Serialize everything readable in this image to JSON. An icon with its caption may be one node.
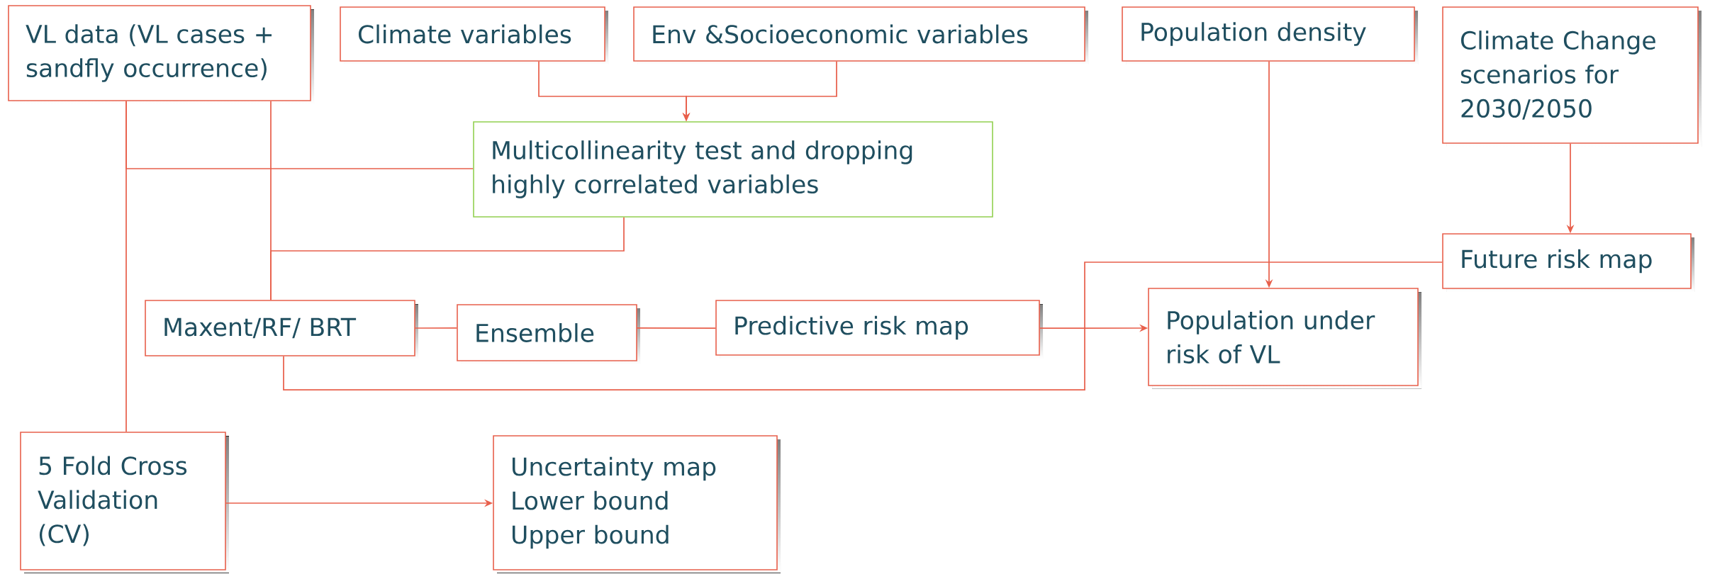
{
  "diagram": {
    "nodes": [
      {
        "text": [
          "VL data (VL cases + sandfly occurrence)"
        ]
      },
      {
        "text": [
          "Climate variables"
        ]
      },
      {
        "text": [
          "Env &Socioeconomic variables"
        ]
      },
      {
        "text": [
          "Population density"
        ]
      },
      {
        "text": [
          "Climate Change scenarios for 2030/2050"
        ]
      },
      {
        "text": [
          "Multicollinearity test and dropping highly correlated variables"
        ]
      },
      {
        "text": [
          "Future risk map"
        ]
      },
      {
        "text": [
          "Maxent/RF/ BRT"
        ]
      },
      {
        "text": [
          "Ensemble"
        ]
      },
      {
        "text": [
          "Predictive risk map"
        ]
      },
      {
        "text": [
          "Population under risk of VL"
        ]
      },
      {
        "text": [
          "5 Fold Cross Validation (CV)"
        ]
      },
      {
        "text": [
          "Uncertainty map",
          "Lower bound",
          "Upper bound"
        ]
      }
    ],
    "edges": [
      {
        "from": 0,
        "to": 5,
        "arrow": "none"
      },
      {
        "from": 0,
        "to": 11,
        "arrow": "none"
      },
      {
        "from": 0,
        "to": 7,
        "arrow": "none"
      },
      {
        "from": 5,
        "to": 7,
        "arrow": "none"
      },
      {
        "from": 1,
        "to": 5,
        "arrow": "to"
      },
      {
        "from": 2,
        "to": 5,
        "arrow": "to"
      },
      {
        "from": 7,
        "to": 8,
        "arrow": "none"
      },
      {
        "from": 8,
        "to": 9,
        "arrow": "none"
      },
      {
        "from": 9,
        "to": 10,
        "arrow": "to"
      },
      {
        "from": 3,
        "to": 10,
        "arrow": "to"
      },
      {
        "from": 4,
        "to": 6,
        "arrow": "to"
      },
      {
        "from": 7,
        "to": 6,
        "arrow": "none"
      },
      {
        "from": 11,
        "to": 12,
        "arrow": "to"
      }
    ]
  }
}
